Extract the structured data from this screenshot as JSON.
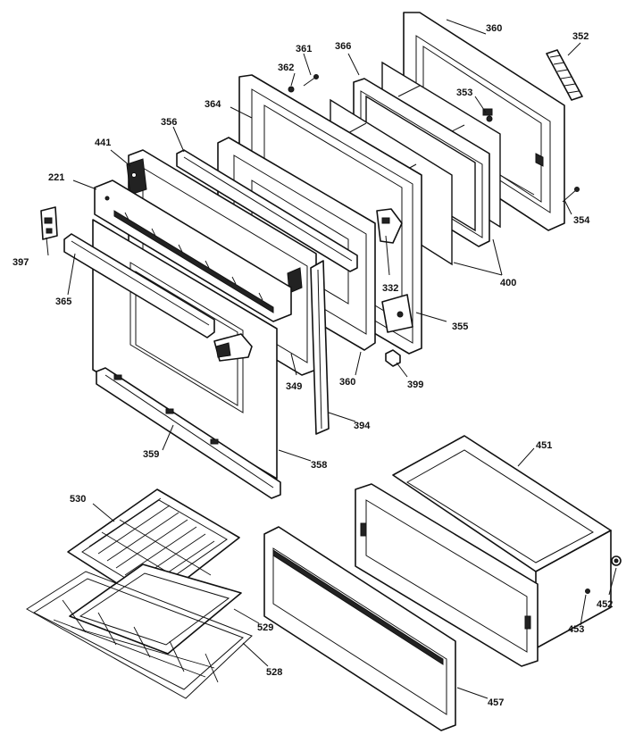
{
  "callouts": [
    {
      "id": "c360a",
      "text": "360"
    },
    {
      "id": "c352",
      "text": "352"
    },
    {
      "id": "c361",
      "text": "361"
    },
    {
      "id": "c366",
      "text": "366"
    },
    {
      "id": "c362",
      "text": "362"
    },
    {
      "id": "c353",
      "text": "353"
    },
    {
      "id": "c364",
      "text": "364"
    },
    {
      "id": "c356",
      "text": "356"
    },
    {
      "id": "c441",
      "text": "441"
    },
    {
      "id": "c221",
      "text": "221"
    },
    {
      "id": "c354",
      "text": "354"
    },
    {
      "id": "c397",
      "text": "397"
    },
    {
      "id": "c332",
      "text": "332"
    },
    {
      "id": "c400",
      "text": "400"
    },
    {
      "id": "c365",
      "text": "365"
    },
    {
      "id": "c355",
      "text": "355"
    },
    {
      "id": "c349",
      "text": "349"
    },
    {
      "id": "c360b",
      "text": "360"
    },
    {
      "id": "c399",
      "text": "399"
    },
    {
      "id": "c394",
      "text": "394"
    },
    {
      "id": "c359",
      "text": "359"
    },
    {
      "id": "c358",
      "text": "358"
    },
    {
      "id": "c451",
      "text": "451"
    },
    {
      "id": "c530",
      "text": "530"
    },
    {
      "id": "c452",
      "text": "452"
    },
    {
      "id": "c453",
      "text": "453"
    },
    {
      "id": "c529",
      "text": "529"
    },
    {
      "id": "c528",
      "text": "528"
    },
    {
      "id": "c457",
      "text": "457"
    }
  ]
}
